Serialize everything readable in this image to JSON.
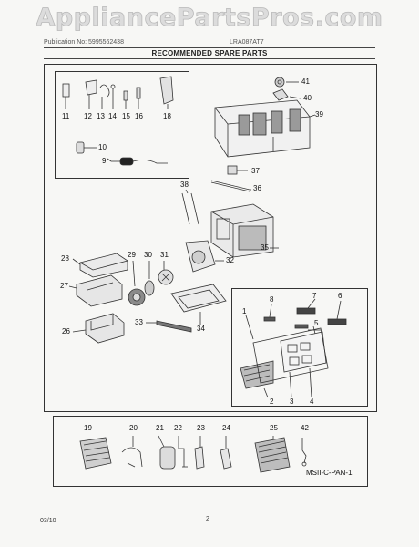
{
  "watermark": "AppliancePartsPros.com",
  "header": {
    "publication": "Publication No: 5995562438",
    "model": "LRA087AT7",
    "title": "RECOMMENDED SPARE PARTS"
  },
  "callouts": {
    "n11": "11",
    "n12": "12",
    "n13": "13",
    "n14": "14",
    "n15": "15",
    "n16": "16",
    "n18": "18",
    "n10": "10",
    "n9": "9",
    "n41": "41",
    "n40": "40",
    "n39": "39",
    "n37": "37",
    "n36": "36",
    "n38": "38",
    "n35": "35",
    "n28": "28",
    "n29": "29",
    "n30": "30",
    "n31": "31",
    "n32": "32",
    "n27": "27",
    "n26": "26",
    "n33": "33",
    "n34": "34",
    "n8": "8",
    "n7": "7",
    "n6": "6",
    "n5": "5",
    "n1": "1",
    "n2": "2",
    "n3": "3",
    "n4": "4",
    "n19": "19",
    "n20": "20",
    "n21": "21",
    "n22": "22",
    "n23": "23",
    "n24": "24",
    "n25": "25",
    "n42": "42"
  },
  "diagram_code": "MSII-C-PAN-1",
  "footer": {
    "date": "03/10",
    "page": "2"
  }
}
